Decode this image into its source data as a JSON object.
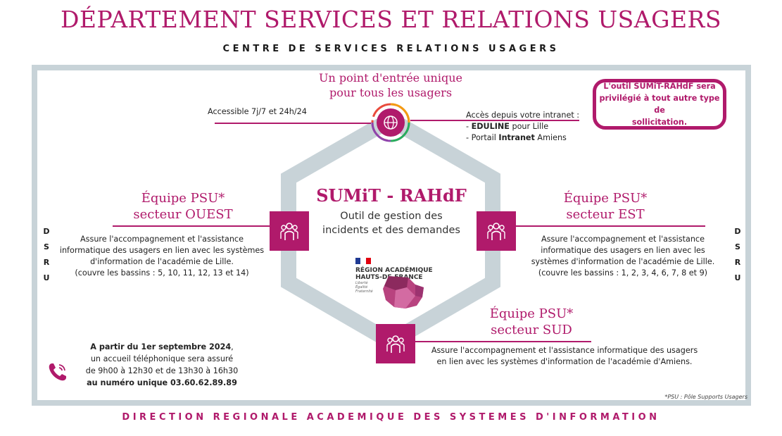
{
  "header": {
    "title": "DÉPARTEMENT SERVICES ET RELATIONS USAGERS",
    "subtitle": "CENTRE DE SERVICES RELATIONS USAGERS"
  },
  "side_labels": {
    "left": [
      "D",
      "S",
      "R",
      "U"
    ],
    "right": [
      "D",
      "S",
      "R",
      "U"
    ]
  },
  "entry_point": {
    "title_line1": "Un point d'entrée unique",
    "title_line2": "pour tous les usagers",
    "left_text": "Accessible 7j/7 et 24h/24",
    "right_line1": "Accès depuis votre  intranet :",
    "right_line2_prefix": "- ",
    "right_line2_bold": "EDULINE",
    "right_line2_suffix": " pour Lille",
    "right_line3_prefix": "- Portail ",
    "right_line3_bold": "Intranet",
    "right_line3_suffix": " Amiens",
    "icon": "globe-icon"
  },
  "notice": {
    "line1": "L'outil SUMiT-RAHdF sera",
    "line2": "privilégié à tout autre type de",
    "line3": "sollicitation."
  },
  "center": {
    "title": "SUMiT - RAHdF",
    "line1": "Outil de gestion des",
    "line2": "incidents et des demandes"
  },
  "logo": {
    "line1": "RÉGION ACADÉMIQUE",
    "line2": "HAUTS-DE-FRANCE",
    "motto1": "Liberté",
    "motto2": "Égalité",
    "motto3": "Fraternité"
  },
  "team_west": {
    "head1": "Équipe PSU*",
    "head2": "secteur OUEST",
    "desc1": "Assure l'accompagnement et l'assistance",
    "desc2": "informatique des usagers en lien avec les systèmes",
    "desc3": "d'information de l'académie de Lille.",
    "desc4": "(couvre les bassins : 5, 10, 11, 12, 13 et 14)",
    "icon": "people-group-icon"
  },
  "team_east": {
    "head1": "Équipe PSU*",
    "head2": "secteur EST",
    "desc1": "Assure l'accompagnement et l'assistance",
    "desc2": "informatique des usagers en lien avec les",
    "desc3": "systèmes d'information de l'académie de Lille.",
    "desc4": "(couvre les bassins : 1, 2, 3, 4, 6, 7, 8 et 9)",
    "icon": "people-group-icon"
  },
  "team_south": {
    "head1": "Équipe PSU*",
    "head2": "secteur SUD",
    "desc1": "Assure l'accompagnement et l'assistance informatique des usagers",
    "desc2": "en lien avec les systèmes d'information de l'académie d'Amiens.",
    "icon": "people-group-icon"
  },
  "phone": {
    "line1_bold": "A partir du 1er septembre 2024",
    "line1_suffix": ",",
    "line2": "un accueil téléphonique sera assuré",
    "line3": "de 9h00 à 12h30 et de 13h30 à 16h30",
    "line4_bold": "au numéro unique 03.60.62.89.89",
    "icon": "phone-icon"
  },
  "footnote": "*PSU : Pôle Supports Usagers",
  "footer": "DIRECTION REGIONALE ACADEMIQUE DES SYSTEMES D'INFORMATION",
  "colors": {
    "accent": "#b01a6b",
    "frame": "#c8d3d8",
    "hexagon": "#c8d3d8"
  }
}
